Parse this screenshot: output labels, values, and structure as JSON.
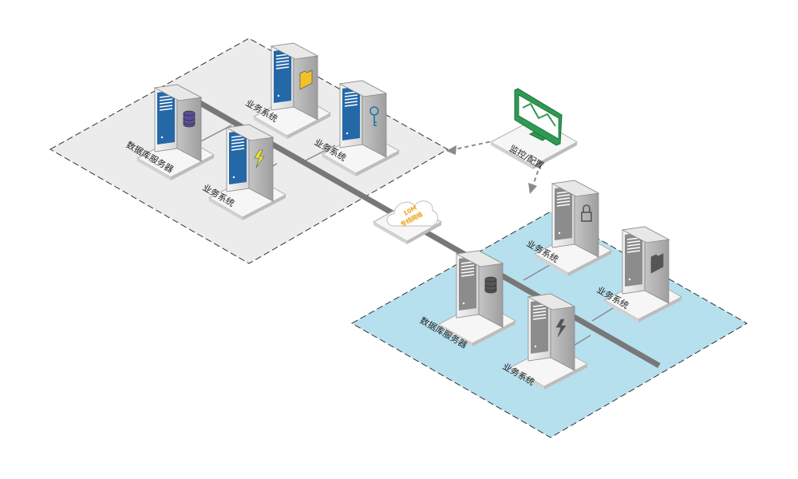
{
  "diagram": {
    "zones": [
      {
        "id": "left",
        "fill": "#ececec"
      },
      {
        "id": "right",
        "fill": "#b7e0ee"
      }
    ],
    "cloud": {
      "line1": "10M",
      "line2": "专线网络",
      "color": "#f0a21a"
    },
    "monitor": {
      "label": "监控/配置",
      "color": "#2e9a52"
    },
    "servers": [
      {
        "id": "left-top",
        "zone": "left",
        "label": "业务系统",
        "icon": "folder-icon",
        "accent": "#2468a8",
        "icon_color": "#f2c229"
      },
      {
        "id": "left-key",
        "zone": "left",
        "label": "业务系统",
        "icon": "key-icon",
        "accent": "#2468a8",
        "icon_color": "#a6e4f3"
      },
      {
        "id": "left-db",
        "zone": "left",
        "label": "数据库服务器",
        "icon": "database-icon",
        "accent": "#2468a8",
        "icon_color": "#5b4d99"
      },
      {
        "id": "left-bolt",
        "zone": "left",
        "label": "业务系统",
        "icon": "bolt-icon",
        "accent": "#2468a8",
        "icon_color": "#f2e52a"
      },
      {
        "id": "right-lock",
        "zone": "right",
        "label": "业务系统",
        "icon": "lock-icon",
        "accent": "#8c8c8c",
        "icon_color": "#555555"
      },
      {
        "id": "right-folder",
        "zone": "right",
        "label": "业务系统",
        "icon": "folder-icon",
        "accent": "#8c8c8c",
        "icon_color": "#555555"
      },
      {
        "id": "right-db",
        "zone": "right",
        "label": "数据库服务器",
        "icon": "database-icon",
        "accent": "#8c8c8c",
        "icon_color": "#555555"
      },
      {
        "id": "right-bolt",
        "zone": "right",
        "label": "业务系统",
        "icon": "bolt-icon",
        "accent": "#8c8c8c",
        "icon_color": "#555555"
      }
    ]
  }
}
